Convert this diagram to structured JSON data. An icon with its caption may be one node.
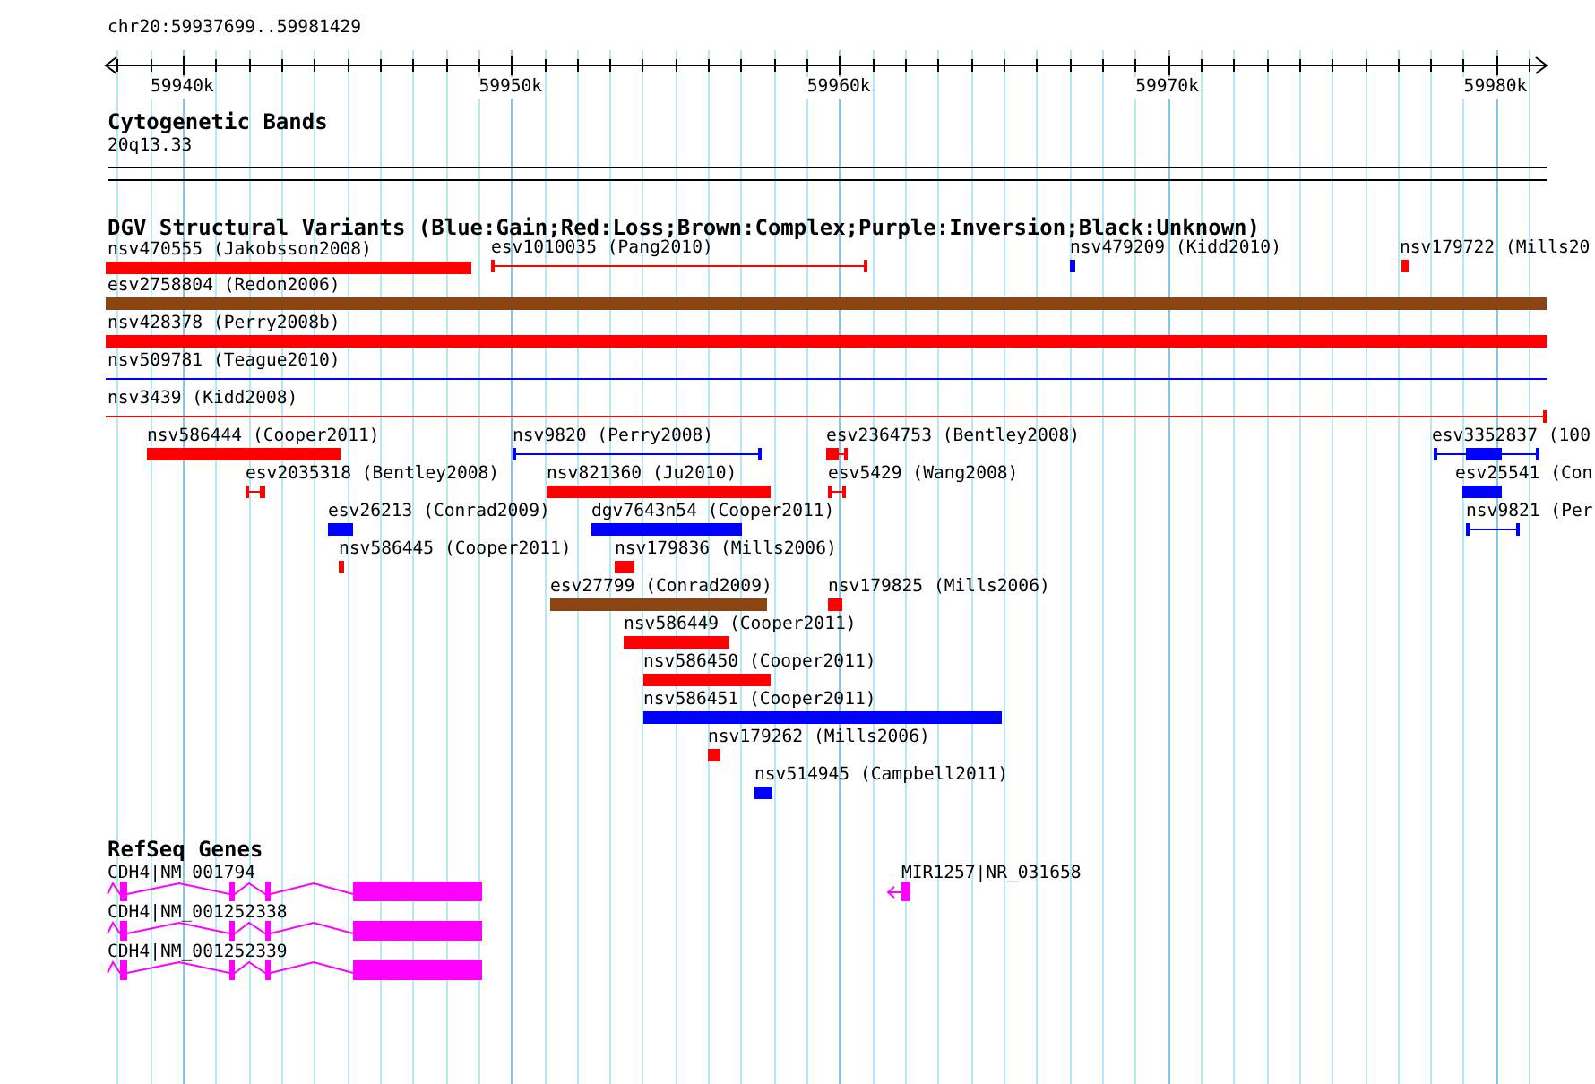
{
  "diagram": {
    "nodes": [
      {
        "text": [
          "Cytogenetic Bands"
        ]
      },
      {
        "text": [
          "20q13.33"
        ],
        "in": 0
      },
      {
        "text": [
          "DGV Structural Variants (Blue:Gain;Red:Loss;Brown:Complex;Purple:Inversion;Black:Unknown)"
        ]
      },
      {
        "text": [
          "nsv470555 (Jakobsson2008)"
        ],
        "in": 2
      },
      {
        "text": [
          "esv1010035 (Pang2010)"
        ],
        "in": 2
      },
      {
        "text": [
          "nsv479209 (Kidd2010)"
        ],
        "in": 2
      },
      {
        "text": [
          "nsv179722 (Mills20"
        ],
        "in": 2
      },
      {
        "text": [
          "esv2758804 (Redon2006)"
        ],
        "in": 2
      },
      {
        "text": [
          "nsv428378 (Perry2008b)"
        ],
        "in": 2
      },
      {
        "text": [
          "nsv509781 (Teague2010)"
        ],
        "in": 2
      },
      {
        "text": [
          "nsv3439 (Kidd2008)"
        ],
        "in": 2
      },
      {
        "text": [
          "nsv586444 (Cooper2011)"
        ],
        "in": 2
      },
      {
        "text": [
          "nsv9820 (Perry2008)"
        ],
        "in": 2
      },
      {
        "text": [
          "esv2364753 (Bentley2008)"
        ],
        "in": 2
      },
      {
        "text": [
          "esv3352837 (100"
        ],
        "in": 2
      },
      {
        "text": [
          "esv2035318 (Bentley2008)"
        ],
        "in": 2
      },
      {
        "text": [
          "nsv821360 (Ju2010)"
        ],
        "in": 2
      },
      {
        "text": [
          "esv5429 (Wang2008)"
        ],
        "in": 2
      },
      {
        "text": [
          "esv25541 (Con"
        ],
        "in": 2
      },
      {
        "text": [
          "esv26213 (Conrad2009)"
        ],
        "in": 2
      },
      {
        "text": [
          "dgv7643n54 (Cooper2011)"
        ],
        "in": 2
      },
      {
        "text": [
          "nsv9821 (Per"
        ],
        "in": 2
      },
      {
        "text": [
          "nsv586445 (Cooper2011)"
        ],
        "in": 2
      },
      {
        "text": [
          "nsv179836 (Mills2006)"
        ],
        "in": 2
      },
      {
        "text": [
          "esv27799 (Conrad2009)"
        ],
        "in": 2
      },
      {
        "text": [
          "nsv179825 (Mills2006)"
        ],
        "in": 2
      },
      {
        "text": [
          "nsv586449 (Cooper2011)"
        ],
        "in": 2
      },
      {
        "text": [
          "nsv586450 (Cooper2011)"
        ],
        "in": 2
      },
      {
        "text": [
          "nsv586451 (Cooper2011)"
        ],
        "in": 2
      },
      {
        "text": [
          "nsv179262 (Mills2006)"
        ],
        "in": 2
      },
      {
        "text": [
          "nsv514945 (Campbell2011)"
        ],
        "in": 2
      },
      {
        "text": [
          "RefSeq Genes"
        ]
      },
      {
        "text": [
          "CDH4|NM_001794"
        ],
        "in": 31
      },
      {
        "text": [
          "CDH4|NM_001252338"
        ],
        "in": 31
      },
      {
        "text": [
          "CDH4|NM_001252339"
        ],
        "in": 31
      },
      {
        "text": [
          "MIR1257|NR_031658"
        ],
        "in": 31
      }
    ],
    "labels": [
      "chr20:59937699..59981429",
      "59940k",
      "59950k",
      "59960k",
      "59970k",
      "59980k"
    ]
  }
}
